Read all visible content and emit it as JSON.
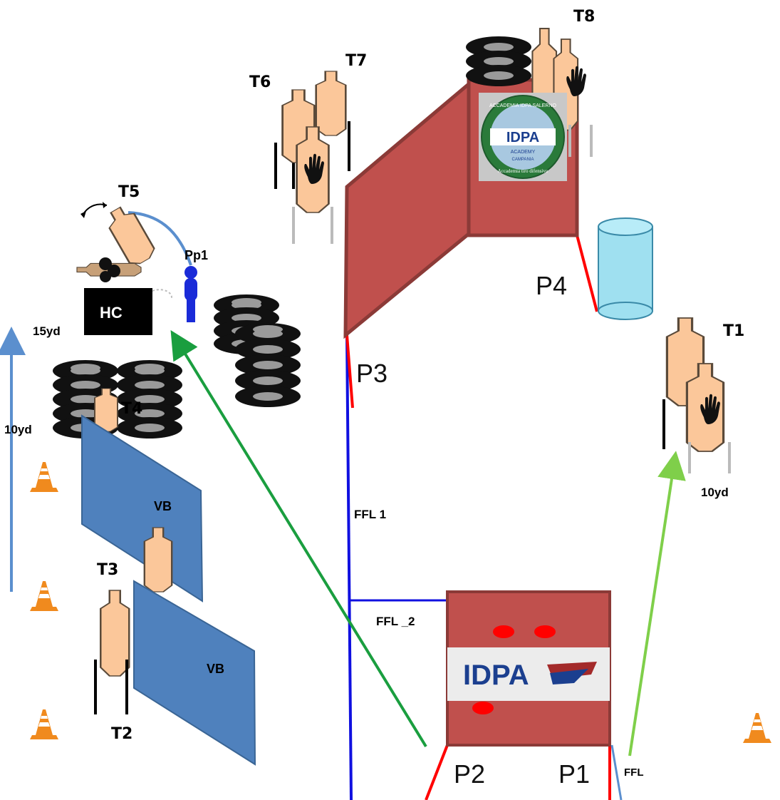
{
  "targets": {
    "t1": "T1",
    "t2": "T2",
    "t3": "T3",
    "t4": "T4",
    "t5": "T5",
    "t6": "T6",
    "t7": "T7",
    "t8": "T8"
  },
  "positions": {
    "p1": "P1",
    "p2": "P2",
    "p3": "P3",
    "p4": "P4"
  },
  "props": {
    "hc": "HC",
    "pp1": "Pp1",
    "vb_upper": "VB",
    "vb_lower": "VB",
    "idpa_logo": "IDPA"
  },
  "lines": {
    "ffl1": "FFL 1",
    "ffl2": "FFL _2",
    "ffl": "FFL"
  },
  "distances": {
    "left_15yd": "15yd",
    "left_10yd": "10yd",
    "right_10yd": "10yd"
  },
  "badge": {
    "ring_text": "ACCADEMIA IDPA SALERNO",
    "center": "IDPA",
    "academy": "ACADEMY",
    "region": "CAMPANIA",
    "motto": "Accademia tiro difensivo"
  },
  "colors": {
    "wall": "#c0504d",
    "wall_edge": "#8b3a37",
    "vision_barrier": "#4f81bd",
    "ffl_blue": "#1010e0",
    "fault_red": "#ff0000",
    "arrow_green": "#1a9e3f",
    "arrow_lightgreen": "#7fcf4a",
    "arrow_blue": "#5b8fce",
    "barrel": "#9fe0f0",
    "target": "#fbc79a",
    "cone": "#f08a1e"
  }
}
